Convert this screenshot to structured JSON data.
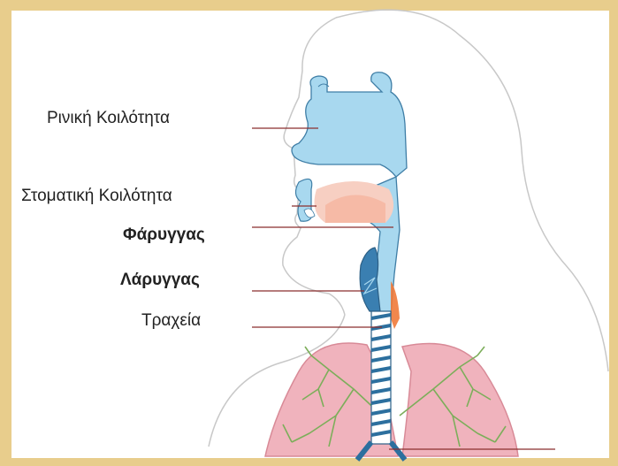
{
  "labels": {
    "nasal_cavity": "Ρινική Κοιλότητα",
    "oral_cavity": "Στοματική Κοιλότητα",
    "pharynx": "Φάρυγγας",
    "larynx": "Λάρυγγας",
    "trachea": "Τραχεία"
  },
  "colors": {
    "background_texture": "#e8cd8c",
    "panel": "#ffffff",
    "outline": "#c8c8c8",
    "airway": "#a8d8ef",
    "airway_stroke": "#3f7ea6",
    "lung": "#f0b3bd",
    "bronchi": "#7cae5a",
    "leader_line": "#8b2e2e",
    "tissue_orange": "#f07a3a"
  }
}
